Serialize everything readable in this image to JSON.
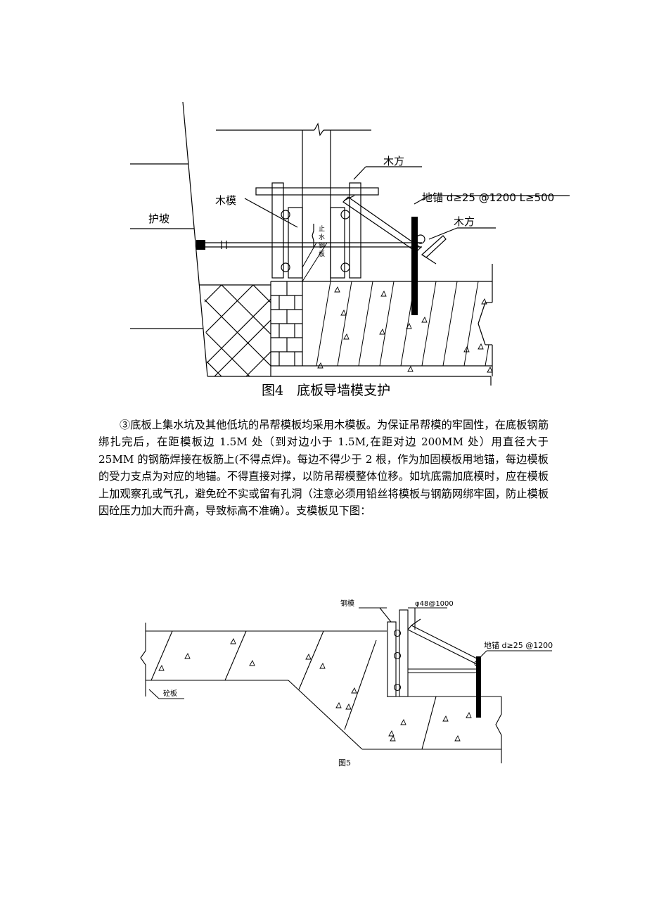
{
  "figure4": {
    "labels": {
      "mufang_top": "木方",
      "dimao": "地锚 d≥25 @1200 L≥500",
      "mufang_right": "木方",
      "mumo": "木模",
      "hupo": "护坡",
      "zhishui_1": "止",
      "zhishui_2": "水",
      "zhishui_3": "钢",
      "zhishui_4": "板"
    },
    "caption": "图4　底板导墙模支护"
  },
  "paragraph": "③底板上集水坑及其他低坑的吊帮模板均采用木模板。为保证吊帮模的牢固性，在底板钢筋绑扎完后，在距模板边 1.5M 处（到对边小于 1.5M,在距对边 200MM 处）用直径大于 25MM 的钢筋焊接在板筋上(不得点焊)。每边不得少于 2 根，作为加固模板用地锚，每边模板的受力支点为对应的地锚。不得直接对撑，以防吊帮模整体位移。如坑底需加底模时，应在模板上加观察孔或气孔，避免砼不实或留有孔洞（注意必须用铅丝将模板与钢筋网绑牢固，防止模板因砼压力加大而升高，导致标高不准确）。支模板见下图：",
  "figure5": {
    "labels": {
      "gangmo": "钢模",
      "phi": "φ48@1000",
      "dimao": "地锚 d≥25 @1200",
      "tongban": "砼板"
    },
    "caption": "图5"
  }
}
